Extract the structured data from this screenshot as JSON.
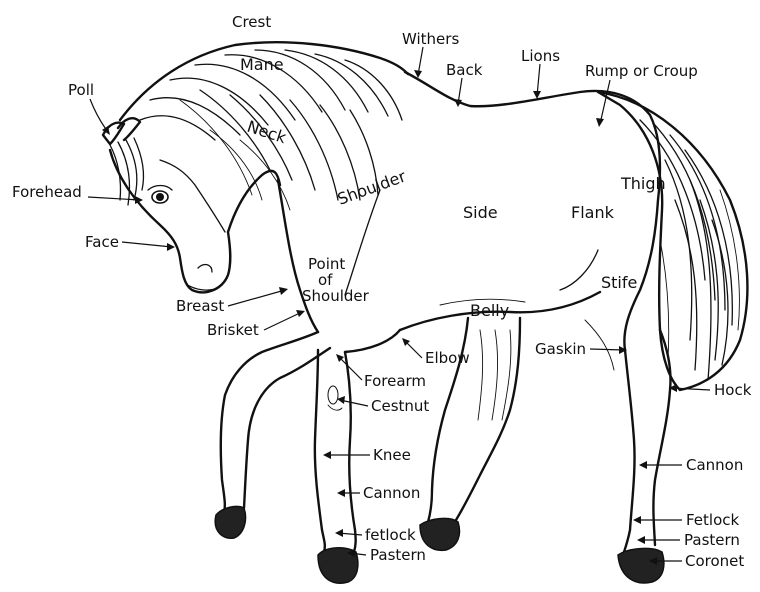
{
  "labels": {
    "crest": "Crest",
    "mane": "Mane",
    "withers": "Withers",
    "back": "Back",
    "loins": "Lions",
    "rump": "Rump or Croup",
    "poll": "Poll",
    "neck": "Neck",
    "forehead": "Forehead",
    "face": "Face",
    "shoulder": "Shoulder",
    "side": "Side",
    "flank": "Flank",
    "thigh": "Thigh",
    "point_of_shoulder_1": "Point",
    "point_of_shoulder_2": "of",
    "point_of_shoulder_3": "Shoulder",
    "stifle": "Stife",
    "breast": "Breast",
    "brisket": "Brisket",
    "belly": "Belly",
    "gaskin": "Gaskin",
    "elbow": "Elbow",
    "forearm": "Forearm",
    "chestnut": "Cestnut",
    "hock": "Hock",
    "knee": "Knee",
    "cannon_front": "Cannon",
    "cannon_hind": "Cannon",
    "fetlock_front": "fetlock",
    "fetlock_hind": "Fetlock",
    "pastern_front": "Pastern",
    "pastern_hind": "Pastern",
    "coronet": "Coronet"
  },
  "colors": {
    "ink": "#111111",
    "paper": "#ffffff"
  }
}
